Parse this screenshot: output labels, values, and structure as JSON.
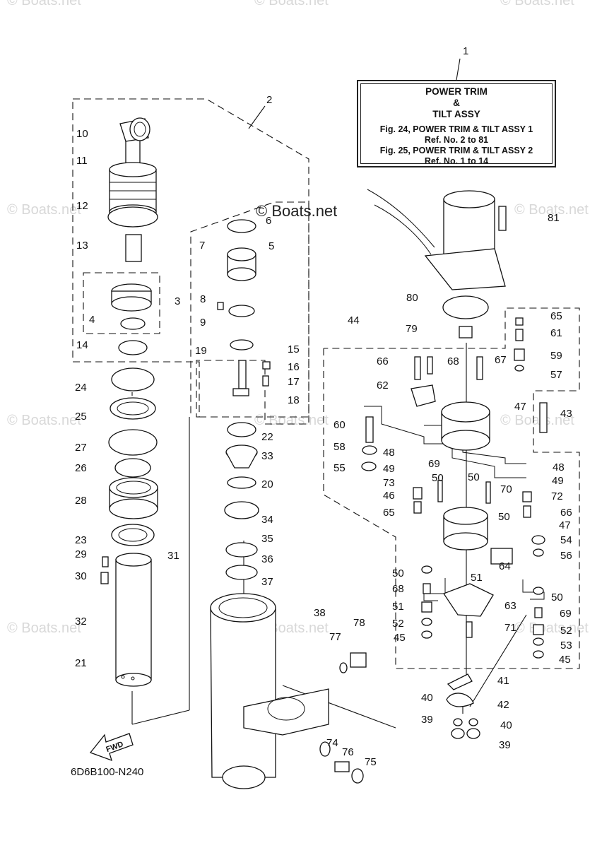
{
  "watermark": "© Boats.net",
  "brand_label": "© Boats.net",
  "reference_box": {
    "title_line1": "POWER TRIM",
    "title_line2": "&",
    "title_line3": "TILT ASSY",
    "fig1": "Fig. 24, POWER TRIM & TILT ASSY 1",
    "fig1_ref": "Ref. No. 2 to 81",
    "fig2": "Fig. 25, POWER TRIM & TILT ASSY 2",
    "fig2_ref": "Ref. No. 1 to 14"
  },
  "diagram_code": "6D6B100-N240",
  "fwd_label": "FWD",
  "part_numbers": [
    "1",
    "2",
    "3",
    "4",
    "5",
    "6",
    "7",
    "8",
    "9",
    "10",
    "11",
    "12",
    "13",
    "14",
    "15",
    "16",
    "17",
    "18",
    "19",
    "20",
    "21",
    "22",
    "23",
    "24",
    "25",
    "26",
    "27",
    "28",
    "29",
    "30",
    "31",
    "32",
    "33",
    "34",
    "35",
    "36",
    "37",
    "38",
    "39",
    "39",
    "40",
    "40",
    "41",
    "42",
    "43",
    "44",
    "45",
    "45",
    "46",
    "47",
    "47",
    "48",
    "48",
    "49",
    "49",
    "50",
    "50",
    "50",
    "50",
    "50",
    "51",
    "51",
    "52",
    "52",
    "53",
    "54",
    "55",
    "56",
    "57",
    "58",
    "59",
    "60",
    "61",
    "62",
    "63",
    "64",
    "65",
    "65",
    "66",
    "66",
    "67",
    "68",
    "68",
    "69",
    "69",
    "70",
    "71",
    "72",
    "73",
    "74",
    "75",
    "76",
    "77",
    "78",
    "79",
    "80",
    "81"
  ]
}
